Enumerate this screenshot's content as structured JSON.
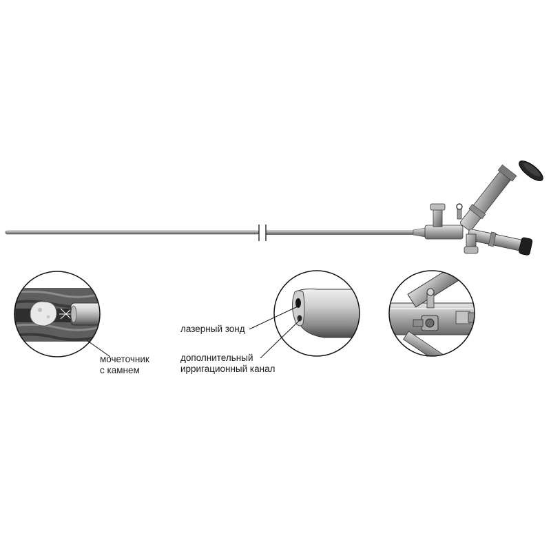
{
  "callouts": {
    "ureter_stone": {
      "line1": "мочеточник",
      "line2": "с камнем"
    },
    "laser_probe": {
      "line1": "лазерный зонд"
    },
    "irrigation_channel": {
      "line1": "дополнительный",
      "line2": "ирригационный канал"
    }
  },
  "colors": {
    "ink": "#1a1a1a",
    "metal_light": "#d9d9d9",
    "metal_mid": "#a8a8a8",
    "metal_dark": "#5a5a5a",
    "eyepiece": "#222222"
  }
}
